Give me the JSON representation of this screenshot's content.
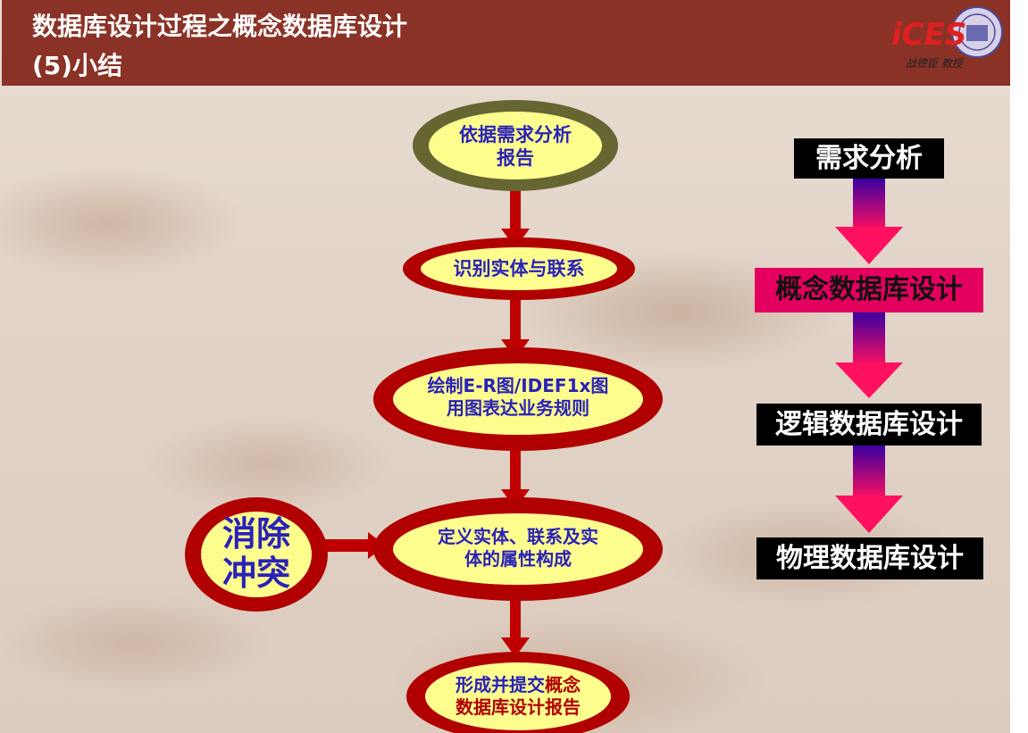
{
  "header": {
    "title_line1": "数据库设计过程之概念数据库设计",
    "title_line2": "(5)小结",
    "logo_text": "iCES",
    "logo_caption": "战德臣 教授"
  },
  "flow": {
    "node1": {
      "line1": "依据需求分析",
      "line2": "报告"
    },
    "node2": {
      "line1": "识别实体与联系"
    },
    "node3": {
      "line1": "绘制E-R图/IDEF1x图",
      "line2": "用图表达业务规则"
    },
    "node4": {
      "line1": "定义实体、联系及实",
      "line2": "体的属性构成"
    },
    "node5": {
      "line1_a": "形成并提交",
      "line1_b": "概念",
      "line2": "数据库设计报告"
    },
    "side": {
      "line1": "消除",
      "line2": "冲突"
    }
  },
  "stages": [
    "需求分析",
    "概念数据库设计",
    "逻辑数据库设计",
    "物理数据库设计"
  ],
  "colors": {
    "header": "#8b3227",
    "ellipse_fill": "#fdfd8e",
    "ring_olive": "#666633",
    "ring_red": "#b00000",
    "node_text": "#2a22b8",
    "arrow_red": "#c00000",
    "stage_black": "#000000",
    "stage_pink": "#e4005f"
  }
}
